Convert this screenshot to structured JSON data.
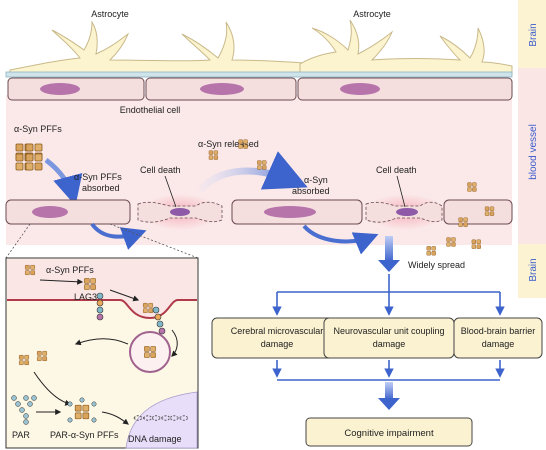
{
  "side_labels": {
    "brain_top": "Brain",
    "blood_vessel": "blood vessel",
    "brain_bottom": "Brain"
  },
  "labels": {
    "astrocyte_left": "Astrocyte",
    "astrocyte_right": "Astrocyte",
    "endothelial_cell": "Endothelial cell",
    "asyn_pffs": "α-Syn PFFs",
    "asyn_pffs_absorbed_1": "α-Syn PFFs",
    "asyn_pffs_absorbed_2": "absorbed",
    "cell_death_1": "Cell death",
    "asyn_released": "α-Syn released",
    "asyn_absorbed_1": "α-Syn",
    "asyn_absorbed_2": "absorbed",
    "cell_death_2": "Cell death",
    "widely_spread": "Widely spread"
  },
  "inset": {
    "asyn_pffs": "α-Syn PFFs",
    "lag3": "LAG3",
    "par": "PAR",
    "par_asyn_pffs": "PAR-α-Syn PFFs",
    "dna_damage": "DNA damage"
  },
  "outcomes": {
    "box1_line1": "Cerebral microvascular",
    "box1_line2": "damage",
    "box2_line1": "Neurovascular unit coupling",
    "box2_line2": "damage",
    "box3_line1": "Blood-brain barrier",
    "box3_line2": "damage",
    "final": "Cognitive impairment"
  },
  "colors": {
    "brain_band": "#fcf3d2",
    "vessel": "#fbe6e6",
    "endothelial": "#f4dede",
    "nucleus": "#b674ab",
    "astrocyte": "#fcf4cf",
    "fibril": "#d9a35c",
    "arrow_blue": "#4a6fd0",
    "box_fill": "#fbf2d1",
    "side_label": "#3a5ccc"
  }
}
